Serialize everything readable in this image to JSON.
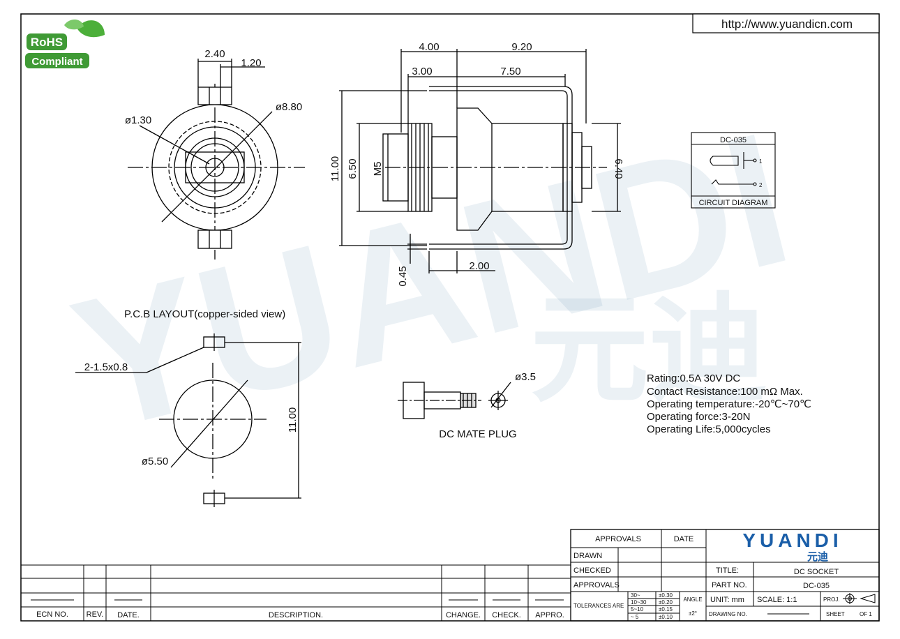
{
  "header": {
    "url": "http://www.yuandicn.com"
  },
  "logo": {
    "rohs_line1": "RoHS",
    "rohs_line2": "Compliant"
  },
  "watermark": {
    "latin": "YUANDI",
    "chinese": "元迪"
  },
  "front_view": {
    "dim_top": "2.40",
    "dim_tab": "1.20",
    "dim_pin": "ø1.30",
    "dim_outer": "ø8.80"
  },
  "side_view": {
    "dim_4": "4.00",
    "dim_9_20": "9.20",
    "dim_3": "3.00",
    "dim_7_50": "7.50",
    "dim_11": "11.00",
    "dim_6_50": "6.50",
    "dim_m5": "M5",
    "dim_6_40": "6.40",
    "dim_0_45": "0.45",
    "dim_2": "2.00"
  },
  "circuit": {
    "title": "DC-035",
    "pin1": "1",
    "pin2": "2",
    "caption": "CIRCUIT DIAGRAM"
  },
  "pcb": {
    "title": "P.C.B LAYOUT(copper-sided view)",
    "slot": "2-1.5x0.8",
    "hole": "ø5.50",
    "height": "11.00"
  },
  "plug": {
    "dia": "ø3.5",
    "caption": "DC MATE PLUG"
  },
  "specs": [
    "Rating:0.5A 30V DC",
    "Contact Resistance:100 mΩ Max.",
    "Operating temperature:-20℃~70℃",
    "Operating force:3-20N",
    "Operating Life:5,000cycles"
  ],
  "title_block": {
    "approvals_hdr": "APPROVALS",
    "date_hdr": "DATE",
    "drawn": "DRAWN",
    "checked": "CHECKED",
    "approvals": "APPROVALS",
    "tolerances": "TOLERANCES ARE",
    "tol_ranges": [
      "30~",
      "10~30",
      "5~10",
      "~ 5"
    ],
    "tol_values": [
      "±0.30",
      "±0.20",
      "±0.15",
      "±0.10"
    ],
    "angle": "ANGLE",
    "angle_val": "±2°",
    "brand": "YUANDI",
    "brand_cn": "元迪",
    "title_lbl": "TITLE:",
    "title_val": "DC SOCKET",
    "part_lbl": "PART NO.",
    "part_val": "DC-035",
    "unit": "UNIT: mm",
    "scale": "SCALE:  1:1",
    "proj": "PROJ.",
    "drawing_no": "DRAWING NO.",
    "sheet": "SHEET",
    "of": "OF 1"
  },
  "revision_block": {
    "ecn": "ECN NO.",
    "rev": "REV.",
    "date": "DATE.",
    "desc": "DESCRIPTION.",
    "change": "CHANGE.",
    "check": "CHECK.",
    "appro": "APPRO."
  }
}
